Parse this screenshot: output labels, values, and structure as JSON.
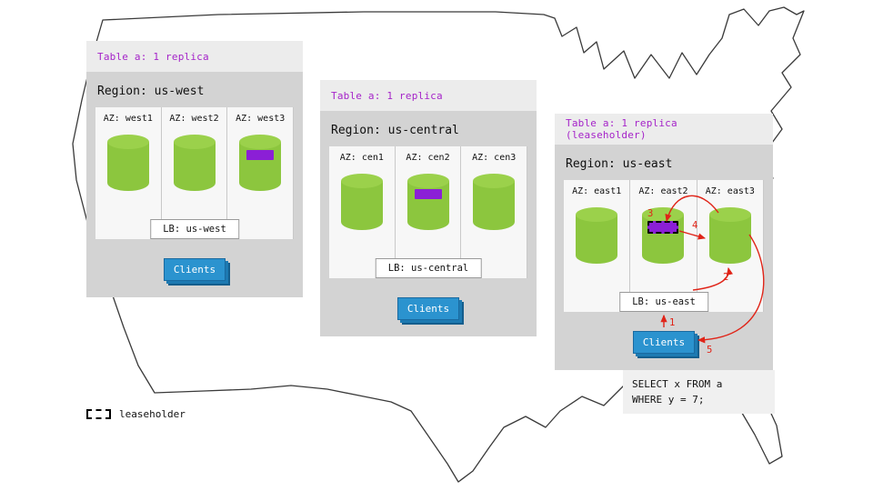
{
  "map": {
    "name": "continental-us-outline"
  },
  "regions": [
    {
      "id": "us-west",
      "table_label": "Table a: 1 replica",
      "region_label": "Region: us-west",
      "azs": [
        {
          "label": "AZ: west1",
          "replica": false
        },
        {
          "label": "AZ: west2",
          "replica": false
        },
        {
          "label": "AZ: west3",
          "replica": true,
          "leaseholder": false
        }
      ],
      "lb_label": "LB: us-west",
      "clients_label": "Clients"
    },
    {
      "id": "us-central",
      "table_label": "Table a: 1 replica",
      "region_label": "Region: us-central",
      "azs": [
        {
          "label": "AZ: cen1",
          "replica": false
        },
        {
          "label": "AZ: cen2",
          "replica": true,
          "leaseholder": false
        },
        {
          "label": "AZ: cen3",
          "replica": false
        }
      ],
      "lb_label": "LB: us-central",
      "clients_label": "Clients"
    },
    {
      "id": "us-east",
      "table_label": "Table a: 1 replica (leaseholder)",
      "region_label": "Region: us-east",
      "azs": [
        {
          "label": "AZ: east1",
          "replica": false
        },
        {
          "label": "AZ: east2",
          "replica": true,
          "leaseholder": true
        },
        {
          "label": "AZ: east3",
          "replica": false
        }
      ],
      "lb_label": "LB: us-east",
      "clients_label": "Clients"
    }
  ],
  "flow_steps": [
    "1",
    "2",
    "3",
    "4",
    "5"
  ],
  "sql": {
    "line1": "SELECT x FROM a",
    "line2": "WHERE y = 7;"
  },
  "legend": {
    "label": "leaseholder"
  },
  "colors": {
    "panel_header_bg": "#ececec",
    "panel_body_bg": "#d3d3d3",
    "az_box_bg": "#f7f7f7",
    "table_label_text": "#a524c9",
    "cylinder_green": "#8cc63e",
    "cylinder_top_green": "#9bd14b",
    "replica_purple": "#8b1fd6",
    "clients_blue": "#2b93cf",
    "arrow_red": "#e02418"
  }
}
